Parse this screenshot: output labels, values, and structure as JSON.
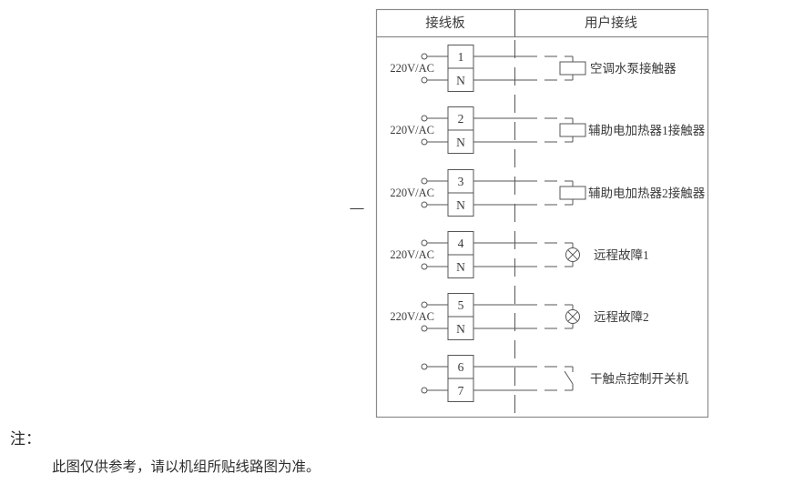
{
  "diagram": {
    "header": {
      "left": "接线板",
      "right": "用户接线"
    },
    "margin_dash": "—",
    "rows": [
      {
        "voltage": "220V/AC",
        "terminals": [
          "1",
          "N"
        ],
        "symbol": "contactor-coil",
        "label": "空调水泵接触器"
      },
      {
        "voltage": "220V/AC",
        "terminals": [
          "2",
          "N"
        ],
        "symbol": "contactor-coil",
        "label": "辅助电加热器1接触器"
      },
      {
        "voltage": "220V/AC",
        "terminals": [
          "3",
          "N"
        ],
        "symbol": "contactor-coil",
        "label": "辅助电加热器2接触器"
      },
      {
        "voltage": "220V/AC",
        "terminals": [
          "4",
          "N"
        ],
        "symbol": "lamp",
        "label": "远程故障1"
      },
      {
        "voltage": "220V/AC",
        "terminals": [
          "5",
          "N"
        ],
        "symbol": "lamp",
        "label": "远程故障2"
      },
      {
        "voltage": "",
        "terminals": [
          "6",
          "7"
        ],
        "symbol": "dry-contact-switch",
        "label": "干触点控制开关机"
      }
    ]
  },
  "note": {
    "title": "注：",
    "body": "此图仅供参考，请以机组所贴线路图为准。"
  },
  "colors": {
    "line": "#565656",
    "border": "#8a8a8a",
    "text": "#3a3a3a",
    "background": "#ffffff"
  }
}
